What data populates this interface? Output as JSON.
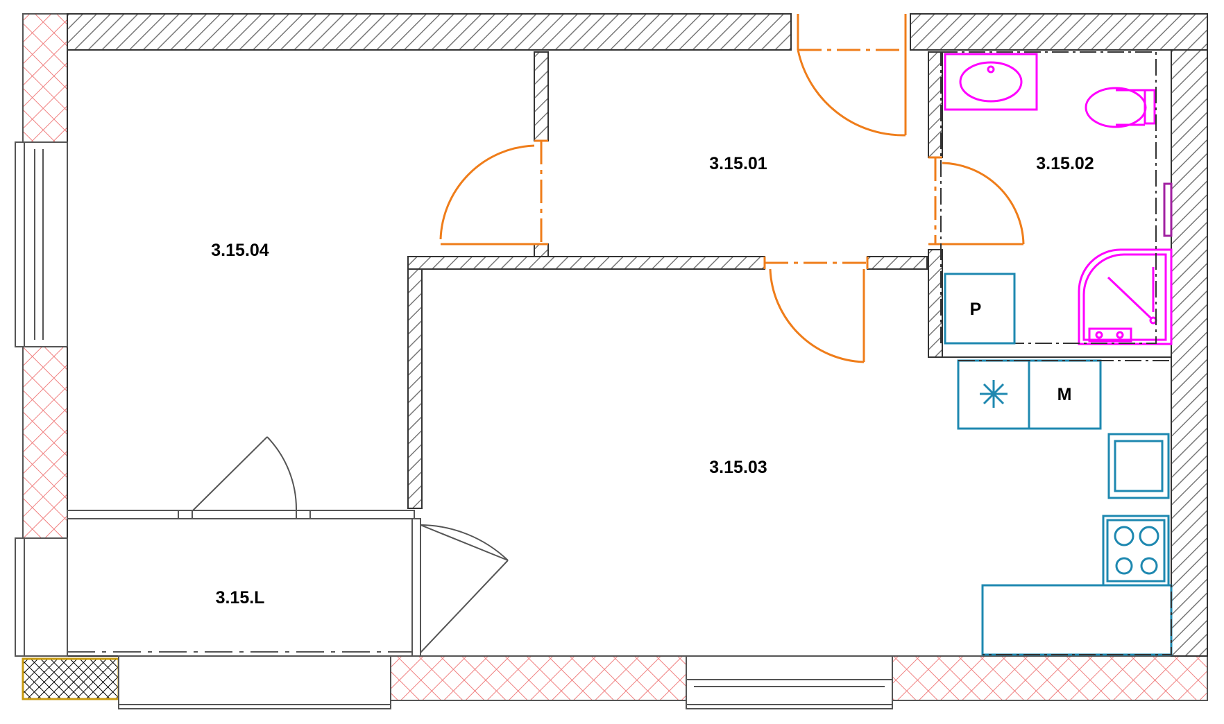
{
  "rooms": {
    "r01": "3.15.01",
    "r02": "3.15.02",
    "r03": "3.15.03",
    "r04": "3.15.04",
    "rL": "3.15.L"
  },
  "fixtures": {
    "pantry": "P",
    "microwave": "M"
  },
  "colors": {
    "wall_hatch": "#777777",
    "exterior_hatch": "#f08080",
    "door": "#ef7d1a",
    "sanitary": "#ff00ff",
    "kitchen": "#1e88b0",
    "line": "#555555"
  }
}
